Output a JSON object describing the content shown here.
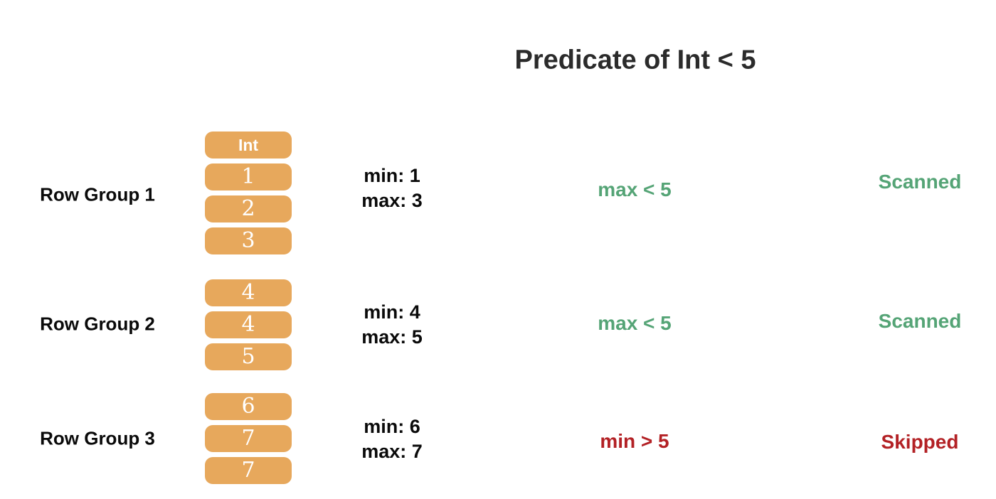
{
  "title": "Predicate of Int < 5",
  "column": {
    "header": "Int"
  },
  "groups": [
    {
      "label": "Row Group 1",
      "values": [
        "1",
        "2",
        "3"
      ],
      "stats": [
        "min: 1",
        "max: 3"
      ],
      "condition": "max < 5",
      "result": "Scanned",
      "status": "scanned"
    },
    {
      "label": "Row Group 2",
      "values": [
        "4",
        "4",
        "5"
      ],
      "stats": [
        "min: 4",
        "max: 5"
      ],
      "condition": "max < 5",
      "result": "Scanned",
      "status": "scanned"
    },
    {
      "label": "Row Group 3",
      "values": [
        "6",
        "7",
        "7"
      ],
      "stats": [
        "min: 6",
        "max: 7"
      ],
      "condition": "min > 5",
      "result": "Skipped",
      "status": "skipped"
    }
  ],
  "colors": {
    "box_fill": "#E7A85C",
    "scanned_green": "#55A476",
    "skipped_red": "#B32125"
  }
}
